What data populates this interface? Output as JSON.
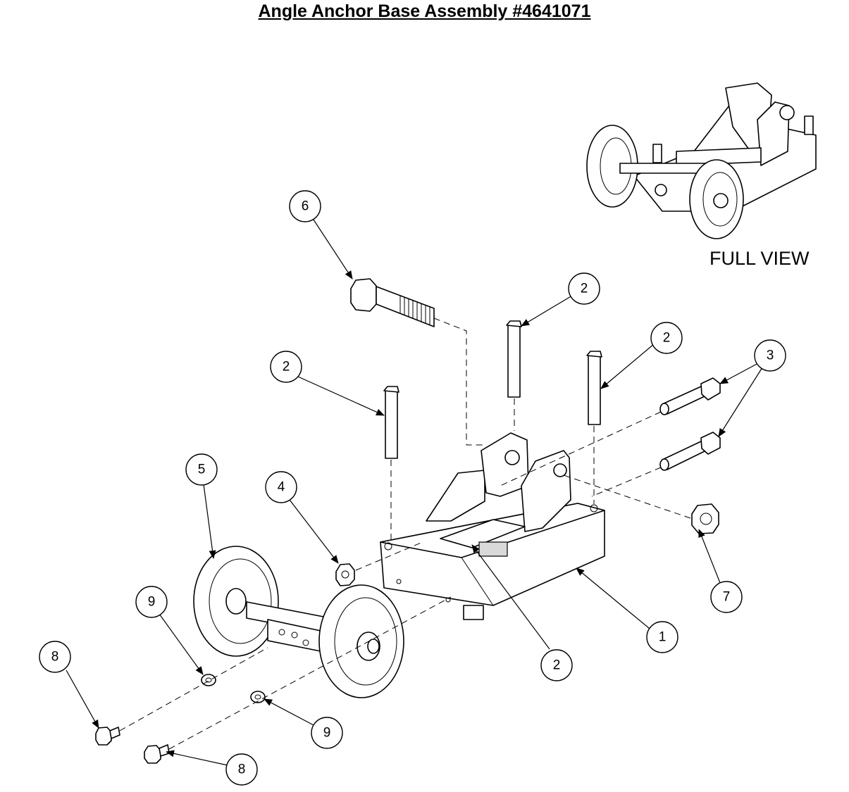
{
  "title": "Angle Anchor Base Assembly #4641071",
  "full_view_label": "FULL VIEW",
  "callouts": [
    "6",
    "2",
    "2",
    "2",
    "3",
    "5",
    "4",
    "7",
    "1",
    "9",
    "2",
    "8",
    "9",
    "8"
  ]
}
